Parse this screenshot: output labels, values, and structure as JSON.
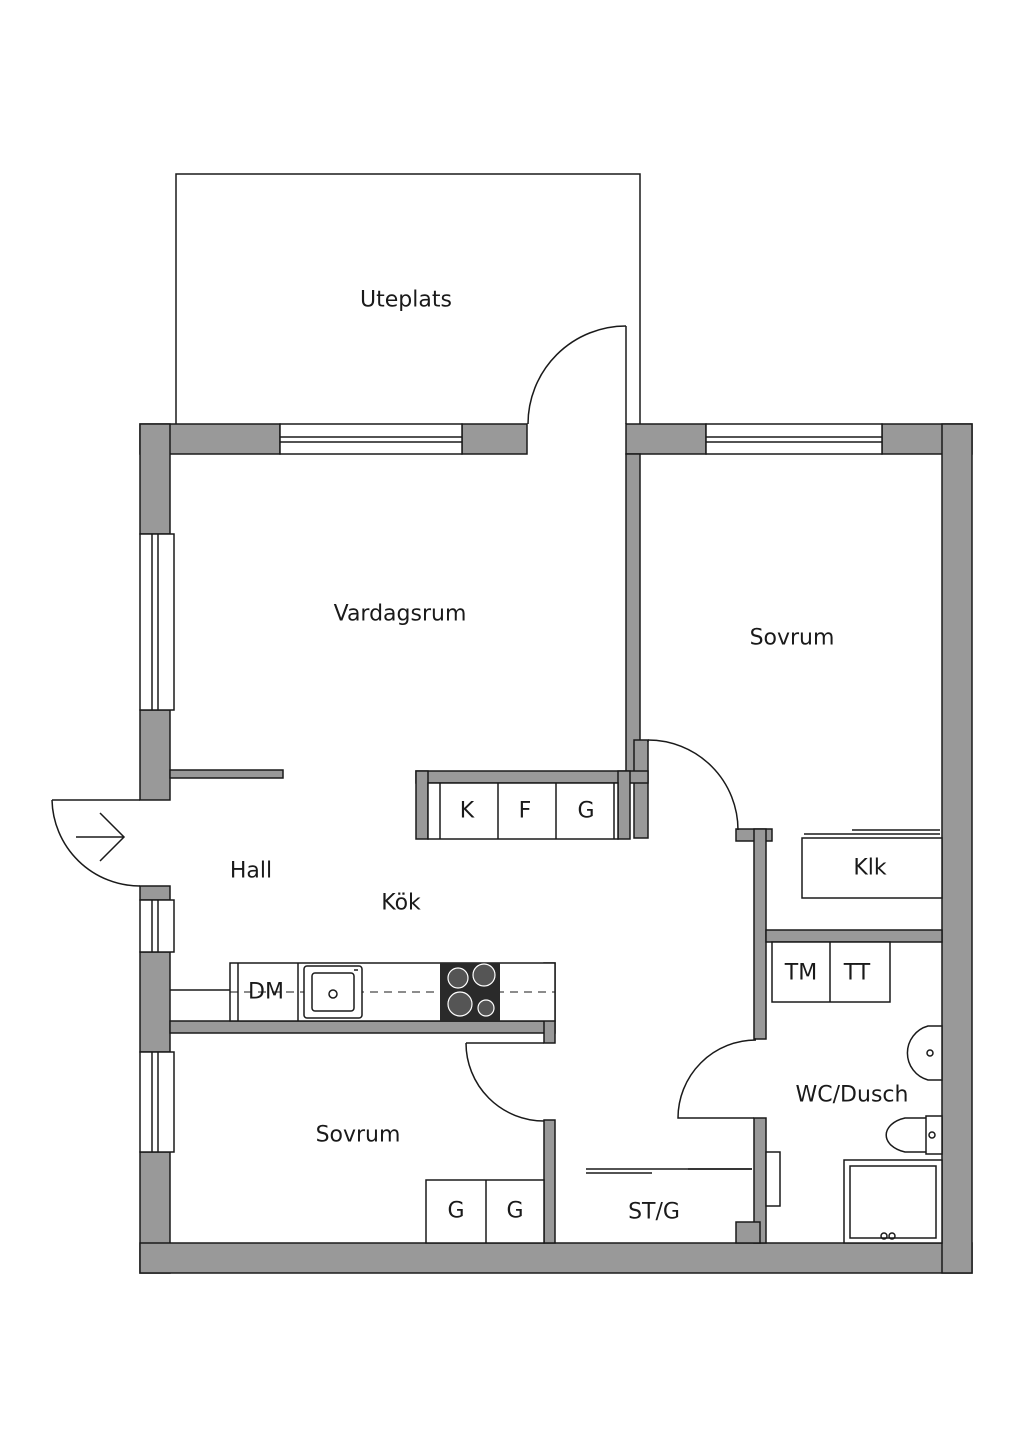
{
  "rooms": {
    "uteplats": "Uteplats",
    "vardagsrum": "Vardagsrum",
    "sovrum_top": "Sovrum",
    "hall": "Hall",
    "kok": "Kök",
    "klk": "Klk",
    "sovrum_bottom": "Sovrum",
    "wc_dusch": "WC/Dusch",
    "st_g": "ST/G"
  },
  "appliances": {
    "k": "K",
    "f": "F",
    "g_kitchen": "G",
    "dm": "DM",
    "tm": "TM",
    "tt": "TT",
    "g_wardrobe_1": "G",
    "g_wardrobe_2": "G"
  },
  "colors": {
    "wall": "#999999",
    "line": "#1a1a1a",
    "stove": "#2a2a2a"
  },
  "icons": {
    "entrance": "entrance-arrow-icon"
  }
}
